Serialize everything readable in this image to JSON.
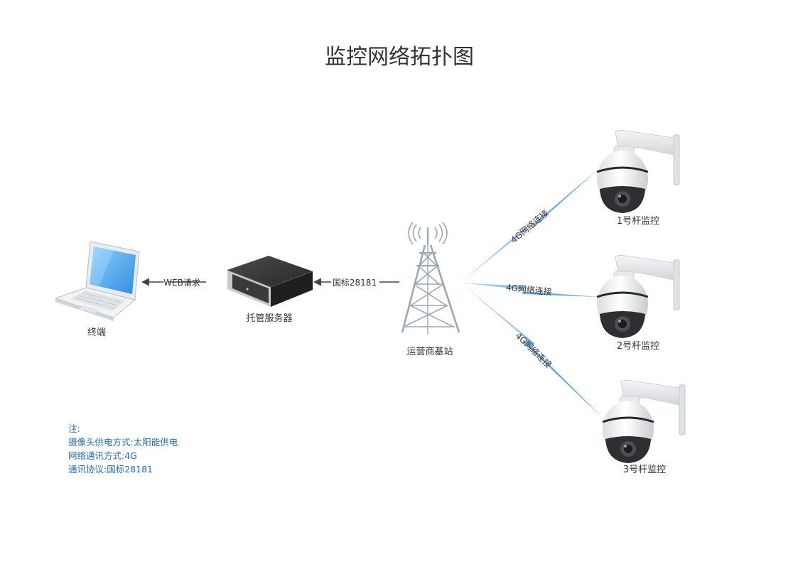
{
  "title": "监控网络拓扑图",
  "nodes": {
    "terminal": "终端",
    "server": "托管服务器",
    "tower": "运营商基站",
    "camera1": "1号杆监控",
    "camera2": "2号杆监控",
    "camera3": "3号杆监控"
  },
  "links": {
    "web": "WEB请求",
    "gb": "国标28181",
    "net1": "4G网络连接",
    "net2": "4G网络连接",
    "net3": "4G网络连接"
  },
  "notes": {
    "heading": "注:",
    "power": "摄像头供电方式:太阳能供电",
    "network": "网络通讯方式:4G",
    "protocol": "通讯协议:国标28181"
  },
  "colors": {
    "accent": "#1f6fb2",
    "lightning": "#4a9be8",
    "arrow": "#444444"
  }
}
